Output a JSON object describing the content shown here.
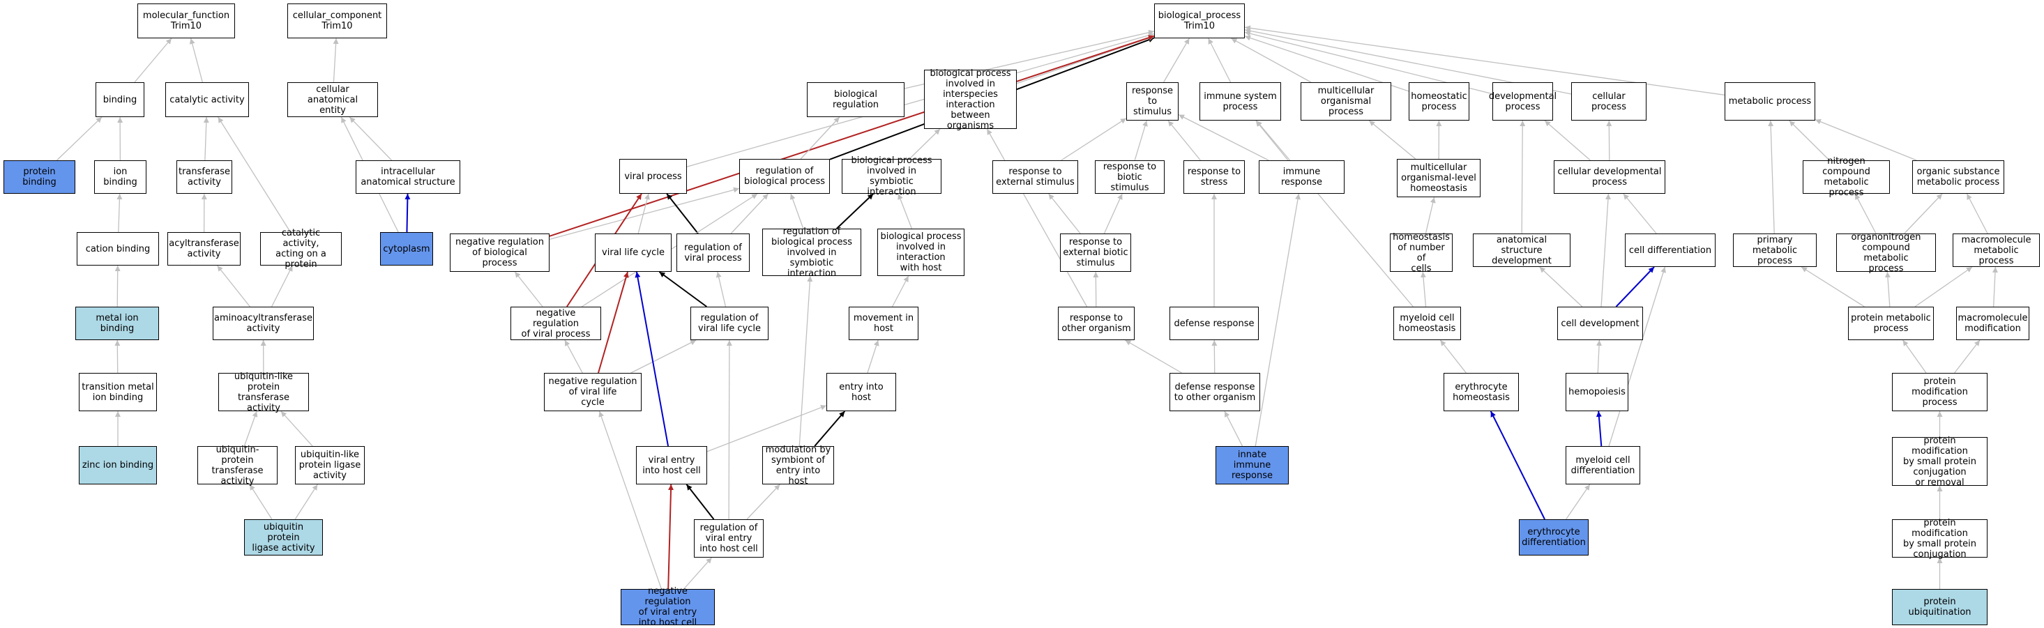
{
  "colors": {
    "plain_fill": "#ffffff",
    "highlight_dark": "#6495ed",
    "highlight_light": "#add8e6",
    "edge_default": "#c0c0c0",
    "edge_black": "#000000",
    "edge_red": "#b22222",
    "edge_blue": "#0000cd"
  },
  "nodes": [
    {
      "id": "mf",
      "label": "molecular_function\nTrim10",
      "fill": "plain"
    },
    {
      "id": "cc",
      "label": "cellular_component\nTrim10",
      "fill": "plain"
    },
    {
      "id": "bp",
      "label": "biological_process\nTrim10",
      "fill": "plain"
    },
    {
      "id": "binding",
      "label": "binding",
      "fill": "plain"
    },
    {
      "id": "catact",
      "label": "catalytic activity",
      "fill": "plain"
    },
    {
      "id": "cae",
      "label": "cellular anatomical\nentity",
      "fill": "plain"
    },
    {
      "id": "protbind",
      "label": "protein binding",
      "fill": "dark"
    },
    {
      "id": "ionbind",
      "label": "ion binding",
      "fill": "plain"
    },
    {
      "id": "transf",
      "label": "transferase\nactivity",
      "fill": "plain"
    },
    {
      "id": "ias",
      "label": "intracellular\nanatomical structure",
      "fill": "plain"
    },
    {
      "id": "cation",
      "label": "cation binding",
      "fill": "plain"
    },
    {
      "id": "acyl",
      "label": "acyltransferase\nactivity",
      "fill": "plain"
    },
    {
      "id": "catprot",
      "label": "catalytic activity,\nacting on a\nprotein",
      "fill": "plain"
    },
    {
      "id": "cytoplasm",
      "label": "cytoplasm",
      "fill": "dark"
    },
    {
      "id": "metalion",
      "label": "metal ion binding",
      "fill": "light"
    },
    {
      "id": "aminoacyl",
      "label": "aminoacyltransferase\nactivity",
      "fill": "plain"
    },
    {
      "id": "ublptrans",
      "label": "ubiquitin-like\nprotein transferase\nactivity",
      "fill": "plain"
    },
    {
      "id": "transmetal",
      "label": "transition metal\nion binding",
      "fill": "plain"
    },
    {
      "id": "ubptrans",
      "label": "ubiquitin-protein\ntransferase\nactivity",
      "fill": "plain"
    },
    {
      "id": "ubliga",
      "label": "ubiquitin-like\nprotein ligase\nactivity",
      "fill": "plain"
    },
    {
      "id": "zinc",
      "label": "zinc ion binding",
      "fill": "light"
    },
    {
      "id": "ubpliga",
      "label": "ubiquitin protein\nligase activity",
      "fill": "light"
    },
    {
      "id": "viralproc",
      "label": "viral process",
      "fill": "plain"
    },
    {
      "id": "regbp",
      "label": "regulation of\nbiological process",
      "fill": "plain"
    },
    {
      "id": "bioreg",
      "label": "biological regulation",
      "fill": "plain"
    },
    {
      "id": "bpinter",
      "label": "biological process\ninvolved in\ninterspecies\ninteraction\nbetween organisms",
      "fill": "plain"
    },
    {
      "id": "bpsymb",
      "label": "biological process\ninvolved in\nsymbiotic interaction",
      "fill": "plain"
    },
    {
      "id": "negregbp",
      "label": "negative regulation\nof biological\nprocess",
      "fill": "plain"
    },
    {
      "id": "vlc",
      "label": "viral life cycle",
      "fill": "plain"
    },
    {
      "id": "regvp",
      "label": "regulation of\nviral process",
      "fill": "plain"
    },
    {
      "id": "regbpsymb",
      "label": "regulation of\nbiological process\ninvolved in\nsymbiotic interaction",
      "fill": "plain"
    },
    {
      "id": "bpinthost",
      "label": "biological process\ninvolved in\ninteraction\nwith host",
      "fill": "plain"
    },
    {
      "id": "negregvp",
      "label": "negative regulation\nof viral process",
      "fill": "plain"
    },
    {
      "id": "regvlc",
      "label": "regulation of\nviral life cycle",
      "fill": "plain"
    },
    {
      "id": "movhost",
      "label": "movement in\nhost",
      "fill": "plain"
    },
    {
      "id": "negregvlc",
      "label": "negative regulation\nof viral life\ncycle",
      "fill": "plain"
    },
    {
      "id": "entryhost",
      "label": "entry into host",
      "fill": "plain"
    },
    {
      "id": "viralentry",
      "label": "viral entry\ninto host cell",
      "fill": "plain"
    },
    {
      "id": "modsymb",
      "label": "modulation by\nsymbiont of\nentry into host",
      "fill": "plain"
    },
    {
      "id": "regventry",
      "label": "regulation of\nviral entry\ninto host cell",
      "fill": "plain"
    },
    {
      "id": "negregventry",
      "label": "negative regulation\nof viral entry\ninto host cell",
      "fill": "dark"
    },
    {
      "id": "respstim",
      "label": "response to\nstimulus",
      "fill": "plain"
    },
    {
      "id": "immsys",
      "label": "immune system\nprocess",
      "fill": "plain"
    },
    {
      "id": "multorg",
      "label": "multicellular\norganismal process",
      "fill": "plain"
    },
    {
      "id": "homeo",
      "label": "homeostatic\nprocess",
      "fill": "plain"
    },
    {
      "id": "devproc",
      "label": "developmental\nprocess",
      "fill": "plain"
    },
    {
      "id": "cellproc",
      "label": "cellular process",
      "fill": "plain"
    },
    {
      "id": "metproc",
      "label": "metabolic process",
      "fill": "plain"
    },
    {
      "id": "respext",
      "label": "response to\nexternal stimulus",
      "fill": "plain"
    },
    {
      "id": "respbio",
      "label": "response to\nbiotic stimulus",
      "fill": "plain"
    },
    {
      "id": "respstress",
      "label": "response to\nstress",
      "fill": "plain"
    },
    {
      "id": "immresp",
      "label": "immune response",
      "fill": "plain"
    },
    {
      "id": "mulhomeo",
      "label": "multicellular\norganismal-level\nhomeostasis",
      "fill": "plain"
    },
    {
      "id": "celldevproc",
      "label": "cellular developmental\nprocess",
      "fill": "plain"
    },
    {
      "id": "nitro",
      "label": "nitrogen compound\nmetabolic process",
      "fill": "plain"
    },
    {
      "id": "orgsub",
      "label": "organic substance\nmetabolic process",
      "fill": "plain"
    },
    {
      "id": "respextbio",
      "label": "response to\nexternal biotic\nstimulus",
      "fill": "plain"
    },
    {
      "id": "homeonum",
      "label": "homeostasis\nof number of\ncells",
      "fill": "plain"
    },
    {
      "id": "anatdev",
      "label": "anatomical structure\ndevelopment",
      "fill": "plain"
    },
    {
      "id": "celldiff",
      "label": "cell differentiation",
      "fill": "plain"
    },
    {
      "id": "primmet",
      "label": "primary metabolic\nprocess",
      "fill": "plain"
    },
    {
      "id": "organonitro",
      "label": "organonitrogen\ncompound metabolic\nprocess",
      "fill": "plain"
    },
    {
      "id": "macromet",
      "label": "macromolecule\nmetabolic process",
      "fill": "plain"
    },
    {
      "id": "respother",
      "label": "response to\nother organism",
      "fill": "plain"
    },
    {
      "id": "defresp",
      "label": "defense response",
      "fill": "plain"
    },
    {
      "id": "myehomeo",
      "label": "myeloid cell\nhomeostasis",
      "fill": "plain"
    },
    {
      "id": "celldev",
      "label": "cell development",
      "fill": "plain"
    },
    {
      "id": "protmet",
      "label": "protein metabolic\nprocess",
      "fill": "plain"
    },
    {
      "id": "macromod",
      "label": "macromolecule\nmodification",
      "fill": "plain"
    },
    {
      "id": "defother",
      "label": "defense response\nto other organism",
      "fill": "plain"
    },
    {
      "id": "eryhomeo",
      "label": "erythrocyte\nhomeostasis",
      "fill": "plain"
    },
    {
      "id": "hemo",
      "label": "hemopoiesis",
      "fill": "plain"
    },
    {
      "id": "protmod",
      "label": "protein modification\nprocess",
      "fill": "plain"
    },
    {
      "id": "innate",
      "label": "innate immune\nresponse",
      "fill": "dark"
    },
    {
      "id": "myediff",
      "label": "myeloid cell\ndifferentiation",
      "fill": "plain"
    },
    {
      "id": "protmodsmall",
      "label": "protein modification\nby small protein\nconjugation\nor removal",
      "fill": "plain"
    },
    {
      "id": "erydiff",
      "label": "erythrocyte\ndifferentiation",
      "fill": "dark"
    },
    {
      "id": "protmodconj",
      "label": "protein modification\nby small protein\nconjugation",
      "fill": "plain"
    },
    {
      "id": "protubi",
      "label": "protein ubiquitination",
      "fill": "light"
    }
  ],
  "edges": [
    {
      "from": "binding",
      "to": "mf",
      "color": "default"
    },
    {
      "from": "catact",
      "to": "mf",
      "color": "default"
    },
    {
      "from": "protbind",
      "to": "binding",
      "color": "default"
    },
    {
      "from": "ionbind",
      "to": "binding",
      "color": "default"
    },
    {
      "from": "cation",
      "to": "ionbind",
      "color": "default"
    },
    {
      "from": "metalion",
      "to": "cation",
      "color": "default"
    },
    {
      "from": "transmetal",
      "to": "metalion",
      "color": "default"
    },
    {
      "from": "zinc",
      "to": "transmetal",
      "color": "default"
    },
    {
      "from": "transf",
      "to": "catact",
      "color": "default"
    },
    {
      "from": "catprot",
      "to": "catact",
      "color": "default"
    },
    {
      "from": "acyl",
      "to": "transf",
      "color": "default"
    },
    {
      "from": "aminoacyl",
      "to": "acyl",
      "color": "default"
    },
    {
      "from": "aminoacyl",
      "to": "catprot",
      "color": "default"
    },
    {
      "from": "ublptrans",
      "to": "aminoacyl",
      "color": "default"
    },
    {
      "from": "ubptrans",
      "to": "ublptrans",
      "color": "default"
    },
    {
      "from": "ubliga",
      "to": "ublptrans",
      "color": "default"
    },
    {
      "from": "ubpliga",
      "to": "ubptrans",
      "color": "default"
    },
    {
      "from": "ubpliga",
      "to": "ubliga",
      "color": "default"
    },
    {
      "from": "cae",
      "to": "cc",
      "color": "default"
    },
    {
      "from": "ias",
      "to": "cae",
      "color": "default"
    },
    {
      "from": "cytoplasm",
      "to": "cae",
      "color": "default"
    },
    {
      "from": "cytoplasm",
      "to": "ias",
      "color": "blue"
    },
    {
      "from": "viralproc",
      "to": "bp",
      "color": "default"
    },
    {
      "from": "regbp",
      "to": "bp",
      "color": "black"
    },
    {
      "from": "bioreg",
      "to": "bp",
      "color": "default"
    },
    {
      "from": "bpinter",
      "to": "bp",
      "color": "default"
    },
    {
      "from": "negregbp",
      "to": "bp",
      "color": "red"
    },
    {
      "from": "respstim",
      "to": "bp",
      "color": "default"
    },
    {
      "from": "immsys",
      "to": "bp",
      "color": "default"
    },
    {
      "from": "multorg",
      "to": "bp",
      "color": "default"
    },
    {
      "from": "homeo",
      "to": "bp",
      "color": "default"
    },
    {
      "from": "devproc",
      "to": "bp",
      "color": "default"
    },
    {
      "from": "cellproc",
      "to": "bp",
      "color": "default"
    },
    {
      "from": "metproc",
      "to": "bp",
      "color": "default"
    },
    {
      "from": "regbp",
      "to": "bioreg",
      "color": "default"
    },
    {
      "from": "bpsymb",
      "to": "bpinter",
      "color": "default"
    },
    {
      "from": "negregbp",
      "to": "regbp",
      "color": "default"
    },
    {
      "from": "vlc",
      "to": "viralproc",
      "color": "default"
    },
    {
      "from": "regvp",
      "to": "viralproc",
      "color": "black"
    },
    {
      "from": "regvp",
      "to": "regbp",
      "color": "default"
    },
    {
      "from": "regbpsymb",
      "to": "regbp",
      "color": "default"
    },
    {
      "from": "regbpsymb",
      "to": "bpsymb",
      "color": "black"
    },
    {
      "from": "bpinthost",
      "to": "bpsymb",
      "color": "default"
    },
    {
      "from": "negregvp",
      "to": "negregbp",
      "color": "default"
    },
    {
      "from": "negregvp",
      "to": "viralproc",
      "color": "red"
    },
    {
      "from": "negregvp",
      "to": "regbp",
      "color": "default"
    },
    {
      "from": "regvlc",
      "to": "vlc",
      "color": "black"
    },
    {
      "from": "regvlc",
      "to": "regvp",
      "color": "default"
    },
    {
      "from": "negregvlc",
      "to": "negregvp",
      "color": "default"
    },
    {
      "from": "negregvlc",
      "to": "vlc",
      "color": "red"
    },
    {
      "from": "negregvlc",
      "to": "regvlc",
      "color": "default"
    },
    {
      "from": "movhost",
      "to": "bpinthost",
      "color": "default"
    },
    {
      "from": "entryhost",
      "to": "movhost",
      "color": "default"
    },
    {
      "from": "viralentry",
      "to": "vlc",
      "color": "blue"
    },
    {
      "from": "viralentry",
      "to": "entryhost",
      "color": "default"
    },
    {
      "from": "modsymb",
      "to": "entryhost",
      "color": "black"
    },
    {
      "from": "modsymb",
      "to": "regbpsymb",
      "color": "default"
    },
    {
      "from": "regventry",
      "to": "viralentry",
      "color": "black"
    },
    {
      "from": "regventry",
      "to": "regvlc",
      "color": "default"
    },
    {
      "from": "regventry",
      "to": "modsymb",
      "color": "default"
    },
    {
      "from": "negregventry",
      "to": "viralentry",
      "color": "red"
    },
    {
      "from": "negregventry",
      "to": "negregvlc",
      "color": "default"
    },
    {
      "from": "negregventry",
      "to": "regventry",
      "color": "default"
    },
    {
      "from": "respext",
      "to": "respstim",
      "color": "default"
    },
    {
      "from": "respbio",
      "to": "respstim",
      "color": "default"
    },
    {
      "from": "respstress",
      "to": "respstim",
      "color": "default"
    },
    {
      "from": "immresp",
      "to": "respstim",
      "color": "default"
    },
    {
      "from": "immresp",
      "to": "immsys",
      "color": "default"
    },
    {
      "from": "respextbio",
      "to": "respext",
      "color": "default"
    },
    {
      "from": "respextbio",
      "to": "respbio",
      "color": "default"
    },
    {
      "from": "respother",
      "to": "respextbio",
      "color": "default"
    },
    {
      "from": "respother",
      "to": "bpinter",
      "color": "default"
    },
    {
      "from": "defresp",
      "to": "respstress",
      "color": "default"
    },
    {
      "from": "defother",
      "to": "defresp",
      "color": "default"
    },
    {
      "from": "defother",
      "to": "respother",
      "color": "default"
    },
    {
      "from": "innate",
      "to": "defother",
      "color": "default"
    },
    {
      "from": "innate",
      "to": "immresp",
      "color": "default"
    },
    {
      "from": "mulhomeo",
      "to": "multorg",
      "color": "default"
    },
    {
      "from": "mulhomeo",
      "to": "homeo",
      "color": "default"
    },
    {
      "from": "homeonum",
      "to": "mulhomeo",
      "color": "default"
    },
    {
      "from": "myehomeo",
      "to": "homeonum",
      "color": "default"
    },
    {
      "from": "myehomeo",
      "to": "immsys",
      "color": "default"
    },
    {
      "from": "eryhomeo",
      "to": "myehomeo",
      "color": "default"
    },
    {
      "from": "erydiff",
      "to": "eryhomeo",
      "color": "blue"
    },
    {
      "from": "erydiff",
      "to": "myediff",
      "color": "default"
    },
    {
      "from": "celldevproc",
      "to": "devproc",
      "color": "default"
    },
    {
      "from": "celldevproc",
      "to": "cellproc",
      "color": "default"
    },
    {
      "from": "anatdev",
      "to": "devproc",
      "color": "default"
    },
    {
      "from": "celldiff",
      "to": "celldevproc",
      "color": "default"
    },
    {
      "from": "celldev",
      "to": "celldevproc",
      "color": "default"
    },
    {
      "from": "celldev",
      "to": "anatdev",
      "color": "default"
    },
    {
      "from": "celldev",
      "to": "celldiff",
      "color": "blue"
    },
    {
      "from": "hemo",
      "to": "celldev",
      "color": "default"
    },
    {
      "from": "myediff",
      "to": "hemo",
      "color": "blue"
    },
    {
      "from": "myediff",
      "to": "celldiff",
      "color": "default"
    },
    {
      "from": "nitro",
      "to": "metproc",
      "color": "default"
    },
    {
      "from": "orgsub",
      "to": "metproc",
      "color": "default"
    },
    {
      "from": "primmet",
      "to": "metproc",
      "color": "default"
    },
    {
      "from": "organonitro",
      "to": "nitro",
      "color": "default"
    },
    {
      "from": "organonitro",
      "to": "orgsub",
      "color": "default"
    },
    {
      "from": "macromet",
      "to": "orgsub",
      "color": "default"
    },
    {
      "from": "protmet",
      "to": "primmet",
      "color": "default"
    },
    {
      "from": "protmet",
      "to": "organonitro",
      "color": "default"
    },
    {
      "from": "protmet",
      "to": "macromet",
      "color": "default"
    },
    {
      "from": "macromod",
      "to": "macromet",
      "color": "default"
    },
    {
      "from": "protmod",
      "to": "protmet",
      "color": "default"
    },
    {
      "from": "protmod",
      "to": "macromod",
      "color": "default"
    },
    {
      "from": "protmodsmall",
      "to": "protmod",
      "color": "default"
    },
    {
      "from": "protmodconj",
      "to": "protmodsmall",
      "color": "default"
    },
    {
      "from": "protubi",
      "to": "protmodconj",
      "color": "default"
    }
  ]
}
